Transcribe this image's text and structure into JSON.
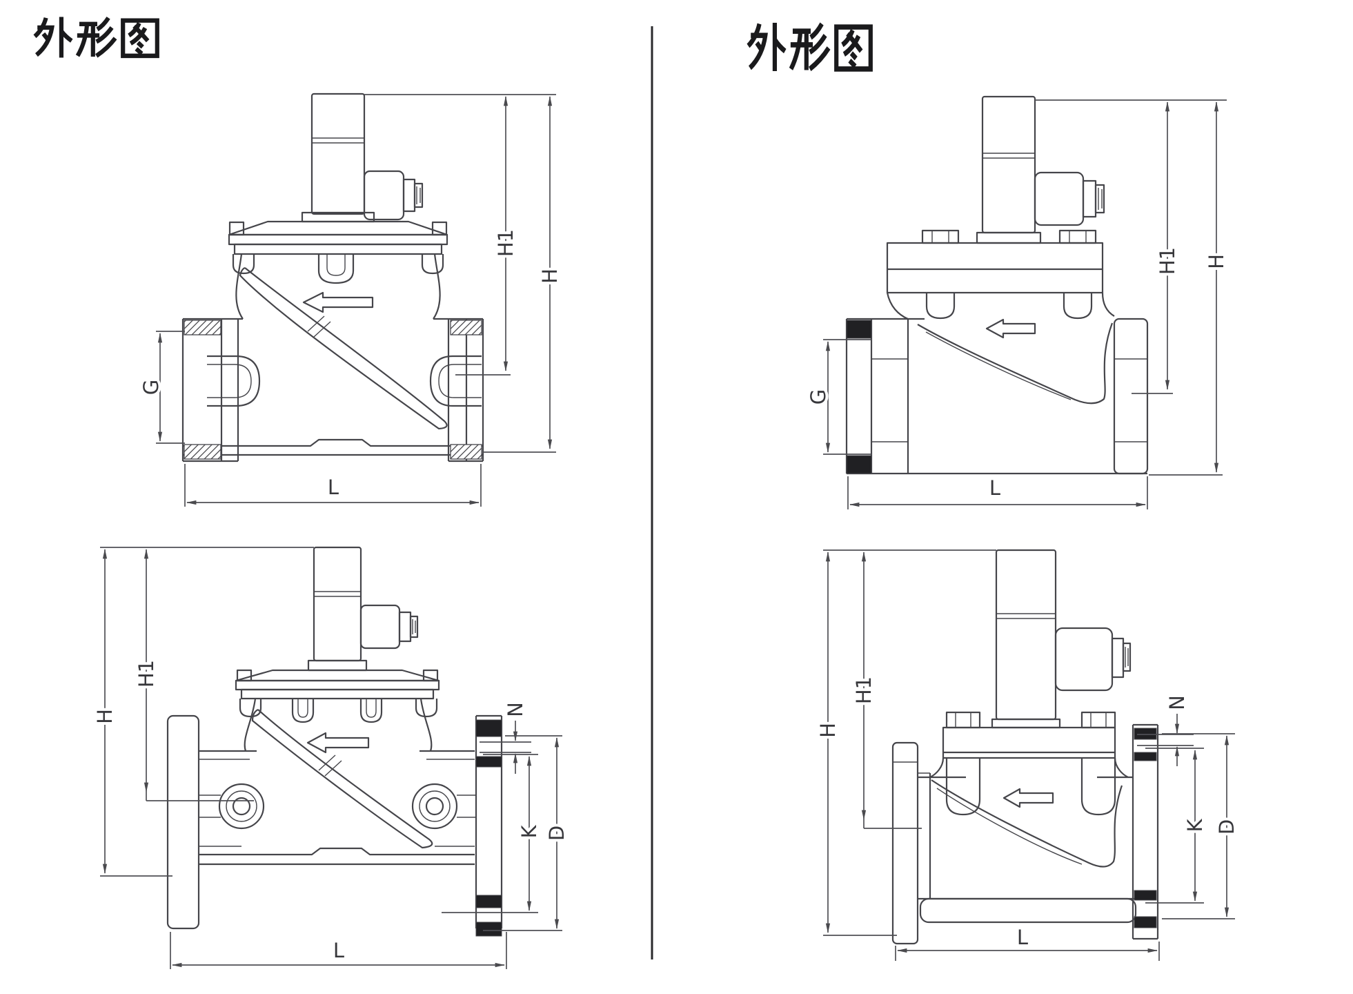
{
  "colors": {
    "line": "#45454a",
    "dim": "#4f4f54",
    "fill_dark": "#202023",
    "ink": "#1a1a1c",
    "background": "#ffffff"
  },
  "titles": {
    "left": "外形图",
    "right": "外形图"
  },
  "drawings": {
    "top_left": {
      "labels": {
        "g": "G",
        "h1": "H1",
        "h": "H",
        "l": "L"
      }
    },
    "top_right": {
      "labels": {
        "g": "G",
        "h1": "H1",
        "h": "H",
        "l": "L"
      }
    },
    "bottom_left": {
      "labels": {
        "h": "H",
        "h1": "H1",
        "n": "N",
        "k": "K",
        "d": "D",
        "l": "L"
      }
    },
    "bottom_right": {
      "labels": {
        "h": "H",
        "h1": "H1",
        "n": "N",
        "k": "K",
        "d": "D",
        "l": "L"
      }
    }
  }
}
